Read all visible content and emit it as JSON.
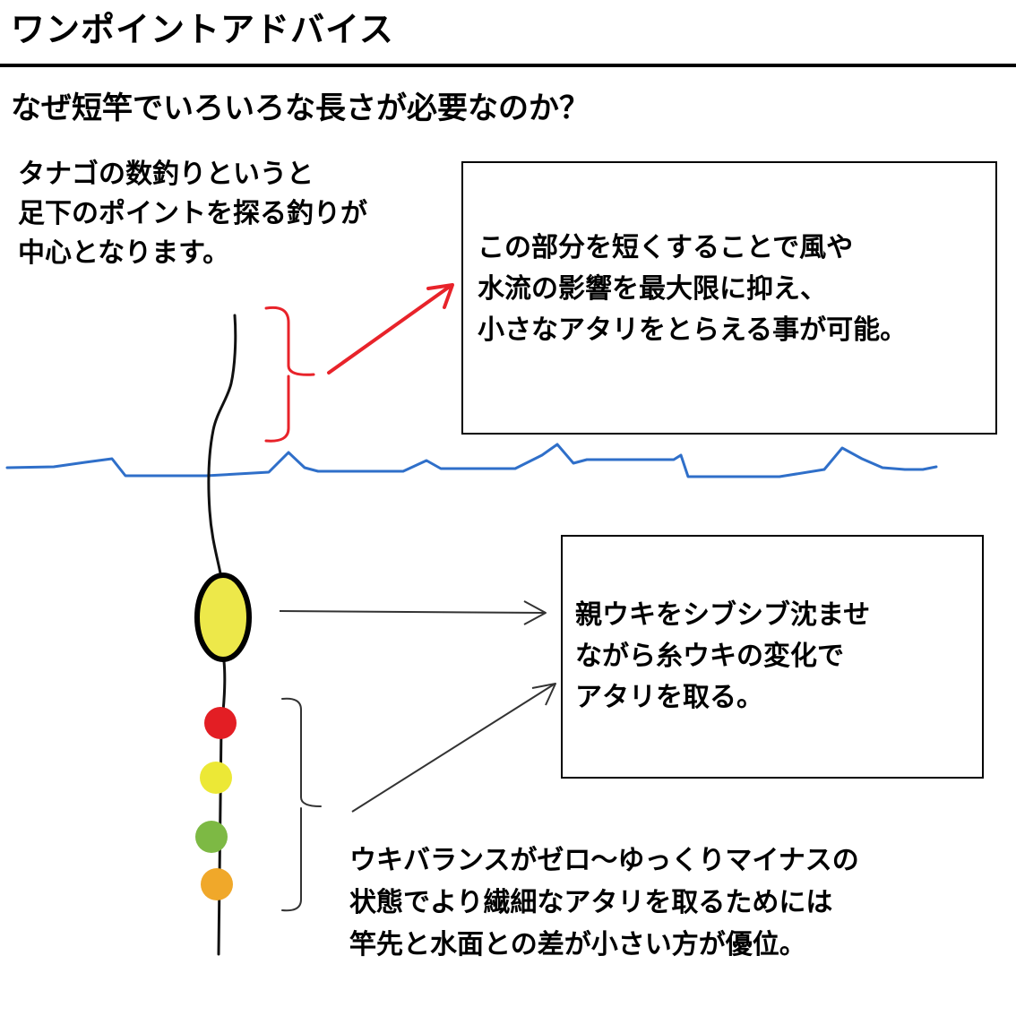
{
  "header": {
    "title": "ワンポイントアドバイス"
  },
  "question": "なぜ短竿でいろいろな長さが必要なのか？",
  "intro": {
    "lines": [
      "タナゴの数釣りというと",
      "足下のポイントを探る釣りが",
      "中心となります。"
    ]
  },
  "box_upper": {
    "lines": [
      "この部分を短くすることで風や",
      "水流の影響を最大限に抑え、",
      "小さなアタリをとらえる事が可能。"
    ]
  },
  "box_lower": {
    "lines": [
      "親ウキをシブシブ沈ませ",
      "ながら糸ウキの変化で",
      "アタリを取る。"
    ]
  },
  "bottom_note": {
    "lines": [
      "ウキバランスがゼロ〜ゆっくりマイナスの",
      "状態でより繊細なアタリを取るためには",
      "竿先と水面との差が小さい方が優位。"
    ]
  },
  "colors": {
    "water": "#2f6fc9",
    "bracket_upper": "#e8232a",
    "arrow_upper": "#e8232a",
    "main_float": "#ede84a",
    "bead_red": "#e31e24",
    "bead_yellow": "#ece836",
    "bead_green": "#7db944",
    "bead_orange": "#f0a82a",
    "line": "#111111"
  },
  "icons": {
    "main_float": "oval-float-icon",
    "beads": [
      "red-bead-icon",
      "yellow-bead-icon",
      "green-bead-icon",
      "orange-bead-icon"
    ]
  }
}
